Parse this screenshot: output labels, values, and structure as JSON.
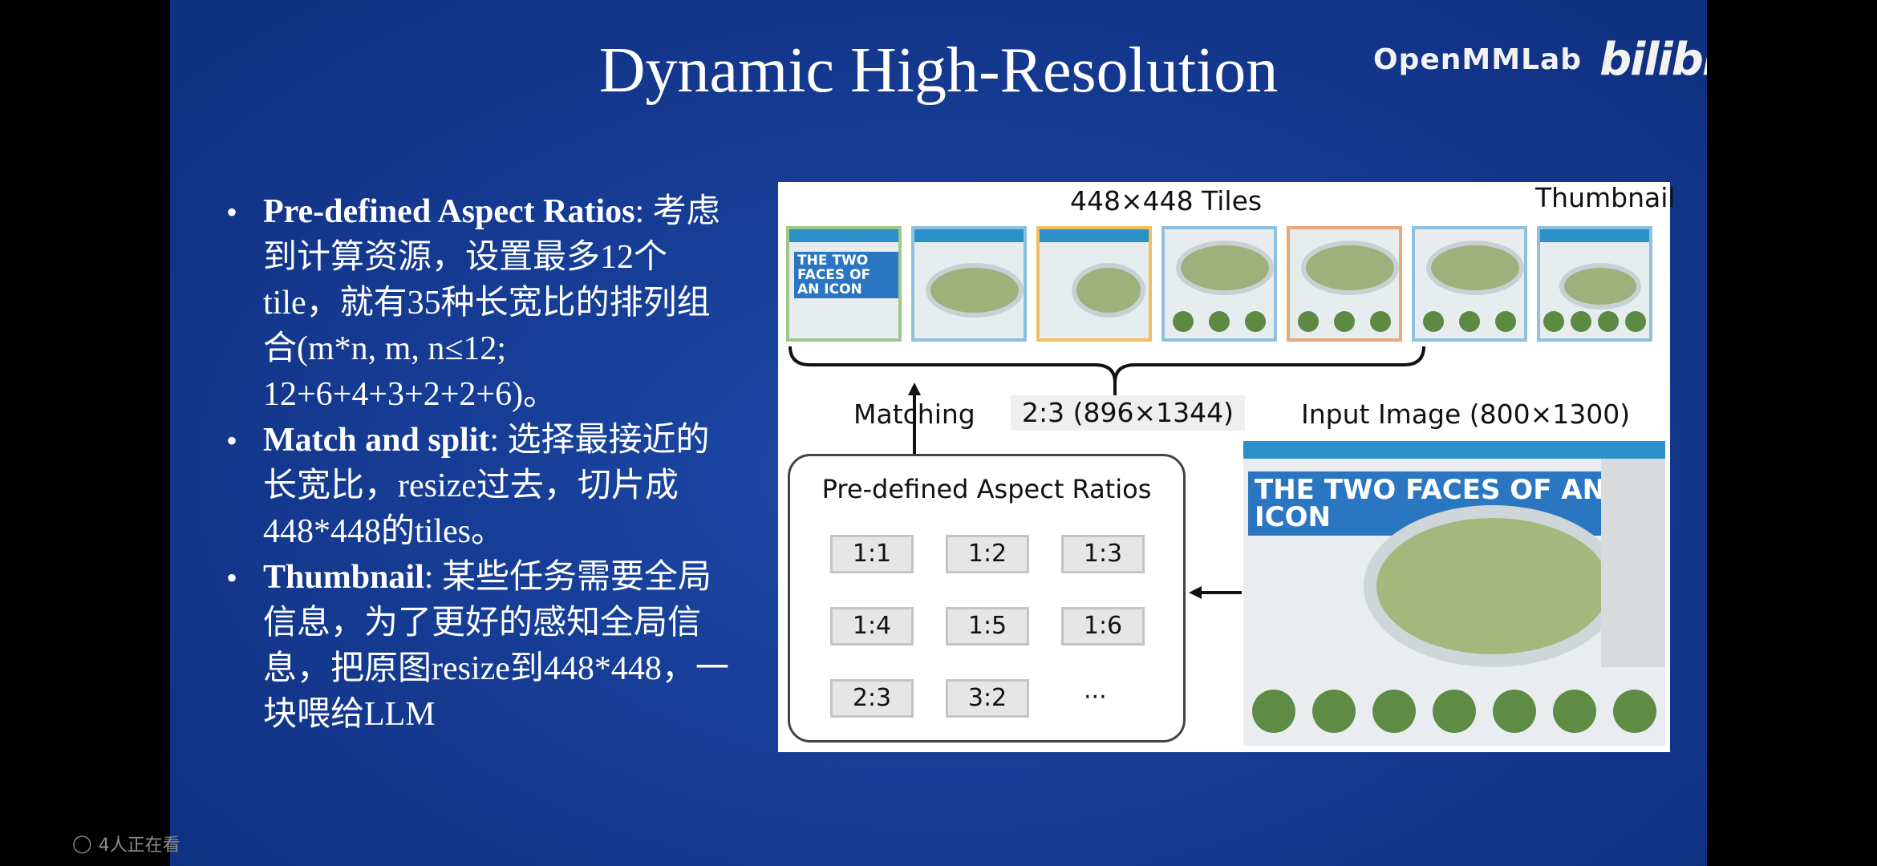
{
  "slide": {
    "title": "Dynamic High-Resolution",
    "brand": {
      "openmmlab": "OpenMMLab",
      "bilibili": "bilibili"
    },
    "bullets": [
      {
        "head": "Pre-defined Aspect Ratios",
        "body": ": 考虑到计算资源，设置最多12个tile，就有35种长宽比的排列组合(m*n, m, n≤12; 12+6+4+3+2+2+6)。"
      },
      {
        "head": "Match and split",
        "body": ": 选择最接近的长宽比，resize过去，切片成448*448的tiles。"
      },
      {
        "head": "Thumbnail",
        "body": ": 某些任务需要全局信息，为了更好的感知全局信息，把原图resize到448*448，一块喂给LLM"
      }
    ]
  },
  "figure": {
    "tiles_label": "448×448 Tiles",
    "thumbnail_label": "Thumbnail",
    "matching_label": "Matching",
    "matched_ratio": "2:3 (896×1344)",
    "input_label": "Input Image (800×1300)",
    "panel_title": "Pre-defined Aspect Ratios",
    "ratios": [
      "1:1",
      "1:2",
      "1:3",
      "1:4",
      "1:5",
      "1:6",
      "2:3",
      "3:2"
    ],
    "ellipsis": "···",
    "tile_headline": "THE TWO FACES OF AN ICON",
    "tile_count": 7
  },
  "overlay": {
    "viewers": "4人正在看"
  },
  "colors": {
    "slide_bg": "#153a91",
    "tile_border_green": "#9cc98a",
    "tile_border_blue": "#8fc0e0",
    "tile_border_yellow": "#f0c060",
    "tile_border_orange": "#e8a878",
    "ratio_btn": "#e6e6e6"
  }
}
